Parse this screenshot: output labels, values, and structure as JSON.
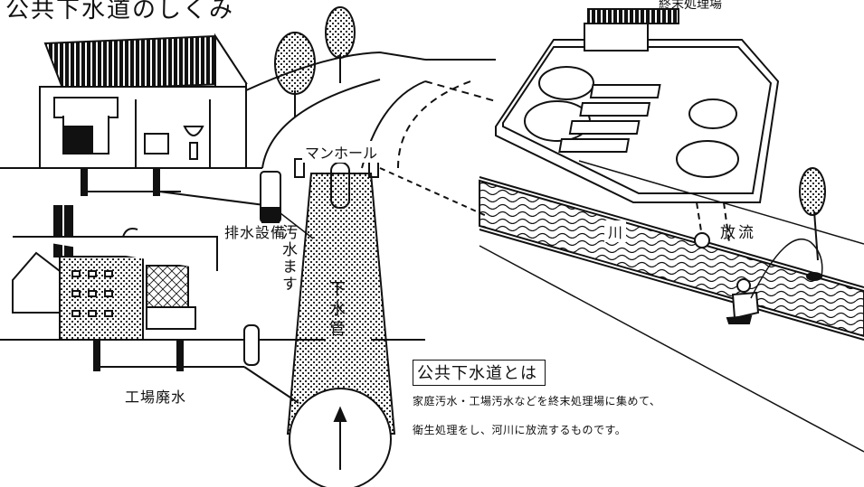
{
  "title": "公共下水道のしくみ",
  "labels": {
    "treatment_plant": "終末処理場",
    "manhole": "マンホール",
    "drainage_equipment": "排水設備",
    "sewage_basin": "汚水ます",
    "sewer_pipe": "下水管",
    "factory_wastewater": "工場廃水",
    "river": "川",
    "discharge": "放流"
  },
  "definition": {
    "heading": "公共下水道とは",
    "line1": "家庭汚水・工場汚水などを終末処理場に集めて、",
    "line2": "衛生処理をし、河川に放流するものです。"
  }
}
